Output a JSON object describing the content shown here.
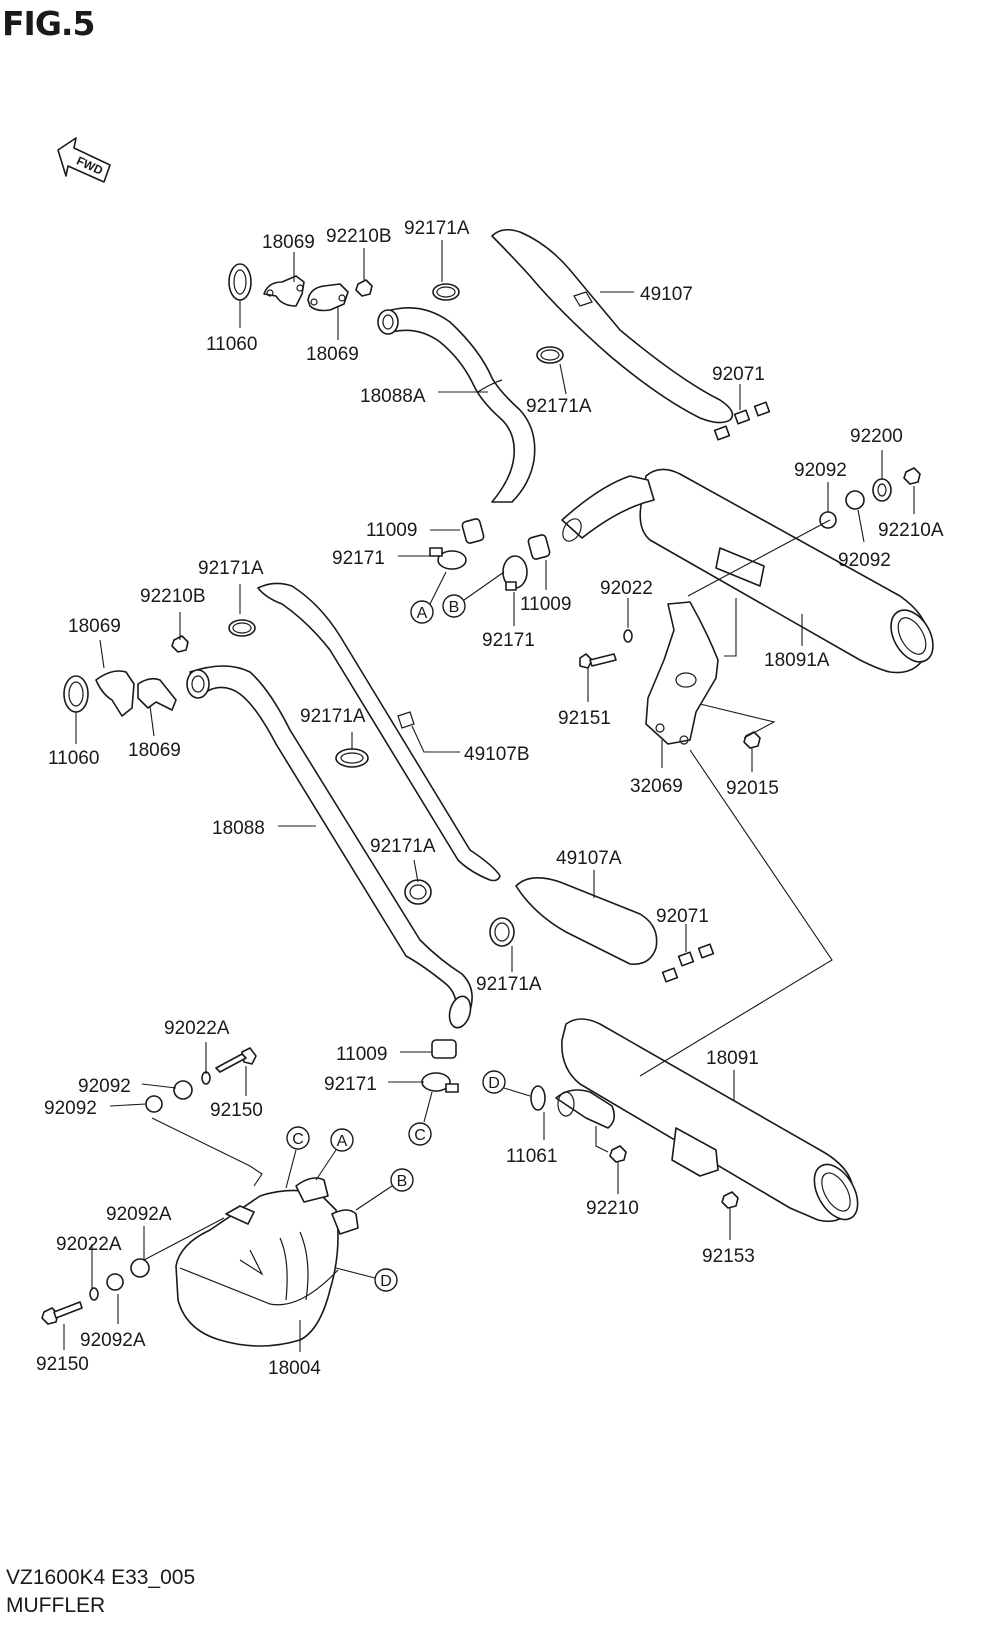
{
  "figure": {
    "title": "FIG.5",
    "fwd_marker": "FWD"
  },
  "footer": {
    "model_code": "VZ1600K4 E33_005",
    "section_name": "MUFFLER"
  },
  "labels": {
    "p18069_a": "18069",
    "p92210B_a": "92210B",
    "p92171A_a": "92171A",
    "p49107": "49107",
    "p11060_a": "11060",
    "p18069_b": "18069",
    "p18088A": "18088A",
    "p92171A_b": "92171A",
    "p92071_a": "92071",
    "p92200": "92200",
    "p92092_a": "92092",
    "p92210A": "92210A",
    "p92092_b": "92092",
    "p11009_a": "11009",
    "p92171_a": "92171",
    "p11009_b": "11009",
    "p92022": "92022",
    "p92171_b": "92171",
    "p18091A": "18091A",
    "p92171A_c": "92171A",
    "p92210B_b": "92210B",
    "p18069_c": "18069",
    "p11060_b": "11060",
    "p18069_d": "18069",
    "p92151": "92151",
    "p92171A_d": "92171A",
    "p49107B": "49107B",
    "p32069": "32069",
    "p92015": "92015",
    "p18088": "18088",
    "p92171A_e": "92171A",
    "p49107A": "49107A",
    "p92071_b": "92071",
    "p92171A_f": "92171A",
    "p92022A_a": "92022A",
    "p11009_c": "11009",
    "p18091": "18091",
    "p92092_c": "92092",
    "p92150_a": "92150",
    "p92171_c": "92171",
    "p92092_d": "92092",
    "p11061": "11061",
    "p92210": "92210",
    "p92092A_a": "92092A",
    "p92022A_b": "92022A",
    "p92153": "92153",
    "p18004": "18004",
    "p92092A_b": "92092A",
    "p92150_b": "92150"
  },
  "callouts": {
    "A_1": "A",
    "B_1": "B",
    "C_1": "C",
    "A_2": "A",
    "B_2": "B",
    "D_1": "D",
    "D_2": "D",
    "C_2": "C"
  }
}
